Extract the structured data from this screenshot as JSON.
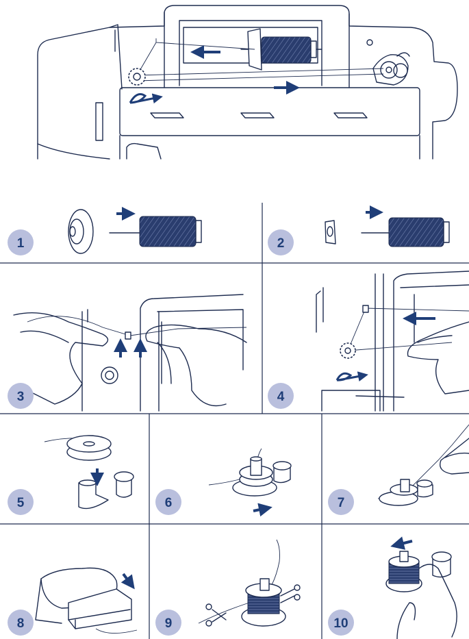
{
  "colors": {
    "ink": "#1d2b4f",
    "accent": "#1f3e78",
    "badge": "#b9bfdd",
    "paper": "#ffffff"
  },
  "steps": [
    {
      "number": "1",
      "icon": "spool-with-large-cap-icon"
    },
    {
      "number": "2",
      "icon": "spool-with-small-cap-icon"
    },
    {
      "number": "3",
      "icon": "hands-threading-guide-icon"
    },
    {
      "number": "4",
      "icon": "hands-winding-thread-tension-icon"
    },
    {
      "number": "5",
      "icon": "bobbin-onto-spindle-icon"
    },
    {
      "number": "6",
      "icon": "bobbin-push-right-icon"
    },
    {
      "number": "7",
      "icon": "hand-holding-thread-end-icon"
    },
    {
      "number": "8",
      "icon": "foot-on-pedal-icon"
    },
    {
      "number": "9",
      "icon": "scissors-cut-thread-icon"
    },
    {
      "number": "10",
      "icon": "push-bobbin-left-remove-icon"
    }
  ]
}
